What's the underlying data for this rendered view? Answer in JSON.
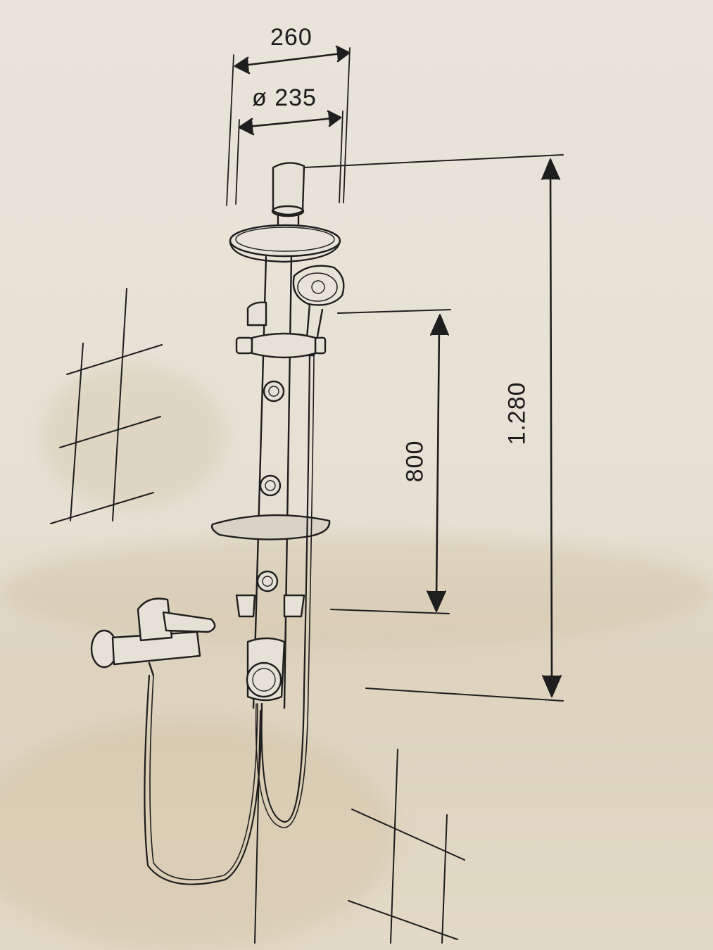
{
  "dimensions": {
    "width_label": "260",
    "diameter_label": "ø 235",
    "height_label": "1.280",
    "segment_label": "800"
  }
}
